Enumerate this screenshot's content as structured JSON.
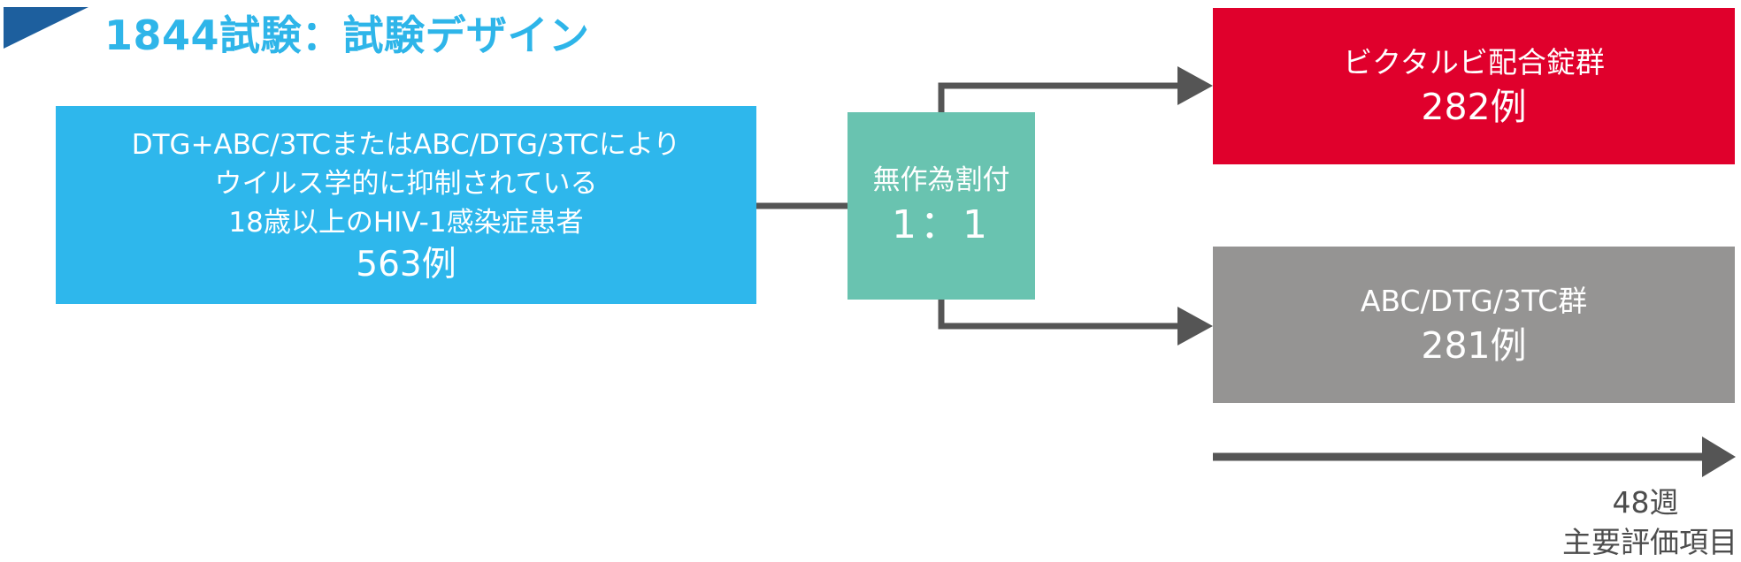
{
  "header": {
    "title": "1844試験：試験デザイン"
  },
  "population": {
    "lines": [
      "DTG+ABC/3TCまたはABC/DTG/3TCにより",
      "ウイルス学的に抑制されている",
      "18歳以上のHIV-1感染症患者"
    ],
    "count": "563例"
  },
  "randomization": {
    "label": "無作為割付",
    "ratio": "1：1"
  },
  "arms": [
    {
      "label": "ビクタルビ配合錠群",
      "count": "282例"
    },
    {
      "label": "ABC/DTG/3TC群",
      "count": "281例"
    }
  ],
  "timeline": {
    "week": "48週",
    "endpoint": "主要評価項目"
  },
  "colors": {
    "title": "#2eb5e9",
    "title_triangle": "#1d5f9e",
    "population_box": "#2eb7ec",
    "randomization_box": "#69c3b0",
    "arm_1": "#e0002c",
    "arm_2": "#959493",
    "connector": "#555555",
    "footer_text": "#4d4d4d"
  }
}
